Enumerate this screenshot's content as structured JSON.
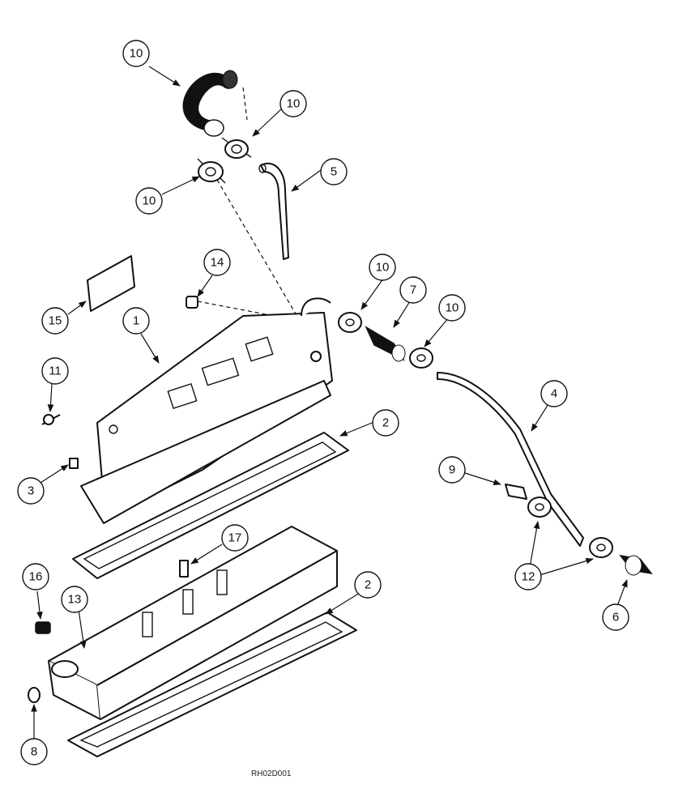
{
  "callouts": [
    {
      "id": "c1",
      "label": "1"
    },
    {
      "id": "c2a",
      "label": "2"
    },
    {
      "id": "c2b",
      "label": "2"
    },
    {
      "id": "c3",
      "label": "3"
    },
    {
      "id": "c4",
      "label": "4"
    },
    {
      "id": "c5",
      "label": "5"
    },
    {
      "id": "c6",
      "label": "6"
    },
    {
      "id": "c7",
      "label": "7"
    },
    {
      "id": "c8",
      "label": "8"
    },
    {
      "id": "c9",
      "label": "9"
    },
    {
      "id": "c10a",
      "label": "10"
    },
    {
      "id": "c10b",
      "label": "10"
    },
    {
      "id": "c10c",
      "label": "10"
    },
    {
      "id": "c10d",
      "label": "10"
    },
    {
      "id": "c10e",
      "label": "10"
    },
    {
      "id": "c11",
      "label": "11"
    },
    {
      "id": "c12",
      "label": "12"
    },
    {
      "id": "c13",
      "label": "13"
    },
    {
      "id": "c14",
      "label": "14"
    },
    {
      "id": "c15",
      "label": "15"
    },
    {
      "id": "c16",
      "label": "16"
    },
    {
      "id": "c17",
      "label": "17"
    }
  ],
  "drawing_id": "RH02D001"
}
